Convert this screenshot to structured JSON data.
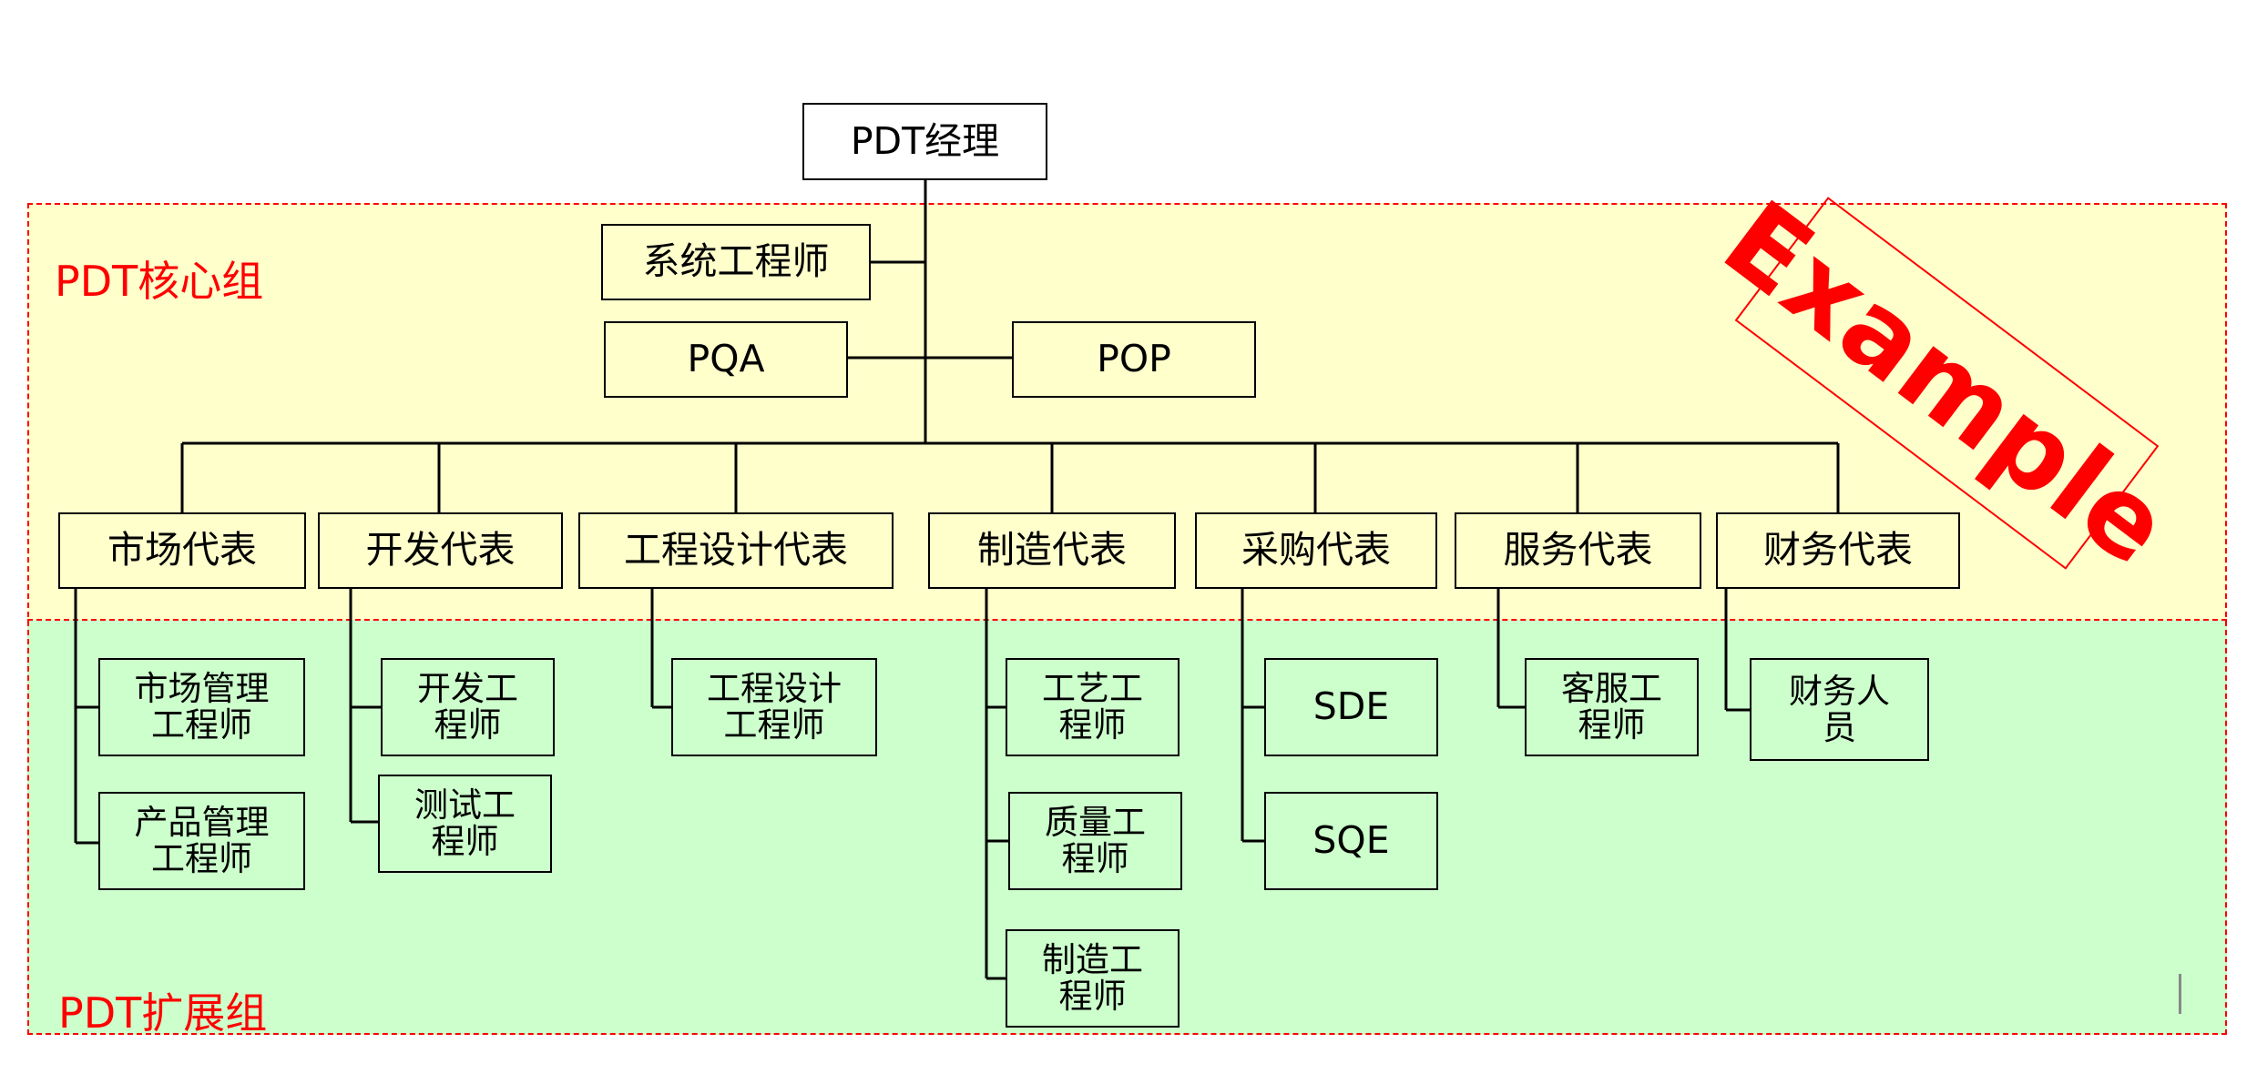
{
  "groups": {
    "core_label": "PDT核心组",
    "ext_label": "PDT扩展组"
  },
  "watermark": "Example",
  "nodes": {
    "pdt_manager": "PDT经理",
    "system_engineer": "系统工程师",
    "pqa": "PQA",
    "pop": "POP",
    "market_rep": "市场代表",
    "dev_rep": "开发代表",
    "eng_design_rep": "工程设计代表",
    "mfg_rep": "制造代表",
    "purchase_rep": "采购代表",
    "service_rep": "服务代表",
    "finance_rep": "财务代表",
    "market_mgmt_eng": "市场管理\n工程师",
    "product_mgmt_eng": "产品管理\n工程师",
    "dev_eng": "开发工\n程师",
    "test_eng": "测试工\n程师",
    "eng_design_eng": "工程设计\n工程师",
    "process_eng": "工艺工\n程师",
    "quality_eng": "质量工\n程师",
    "mfg_eng": "制造工\n程师",
    "sde": "SDE",
    "sqe": "SQE",
    "cs_eng": "客服工\n程师",
    "finance_staff": "财务人\n员"
  },
  "colors": {
    "core_bg": "#FFFFCC",
    "ext_bg": "#CCFFCC",
    "accent": "#FF0000",
    "line": "#000000"
  }
}
